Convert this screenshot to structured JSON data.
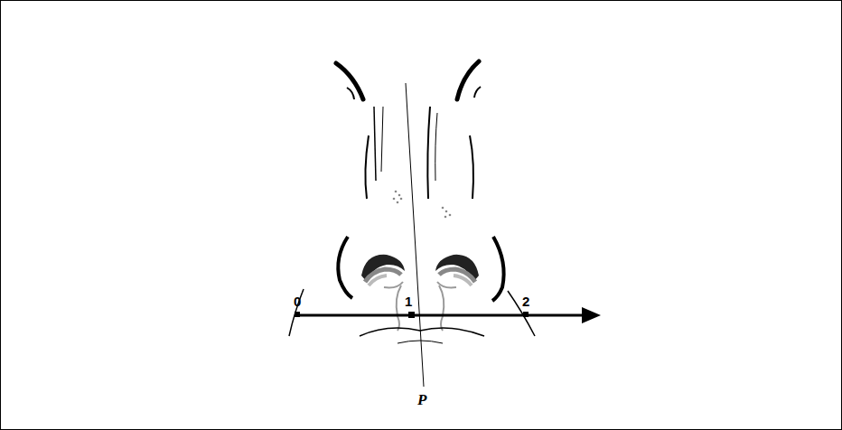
{
  "diagram": {
    "labels": [
      "0",
      "1",
      "2",
      "P"
    ]
  }
}
